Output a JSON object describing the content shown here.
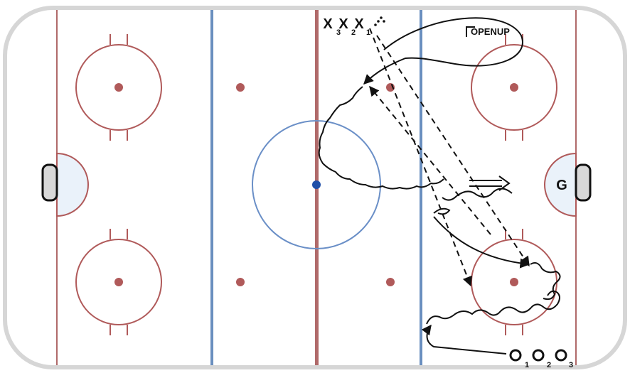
{
  "rink": {
    "board_color": "#cfcfcf",
    "ice_color": "#ffffff",
    "red_line_color": "#b06a6a",
    "blue_line_color": "#6a8fbf",
    "circle_color": "#b05a5a",
    "center_circle_color": "#6a8fc7",
    "center_dot_color": "#1f4fa8",
    "crease_color": "#eaf2fa",
    "net_color": "#d8d8d8"
  },
  "labels": {
    "openup": "OPENUP",
    "goalie": "G"
  },
  "players": {
    "x_marks": [
      "X",
      "X",
      "X"
    ],
    "x_numbers": [
      "3",
      "2",
      "1"
    ],
    "o_marks": [
      "O",
      "O",
      "O"
    ],
    "o_numbers": [
      "1",
      "2",
      "3"
    ]
  }
}
